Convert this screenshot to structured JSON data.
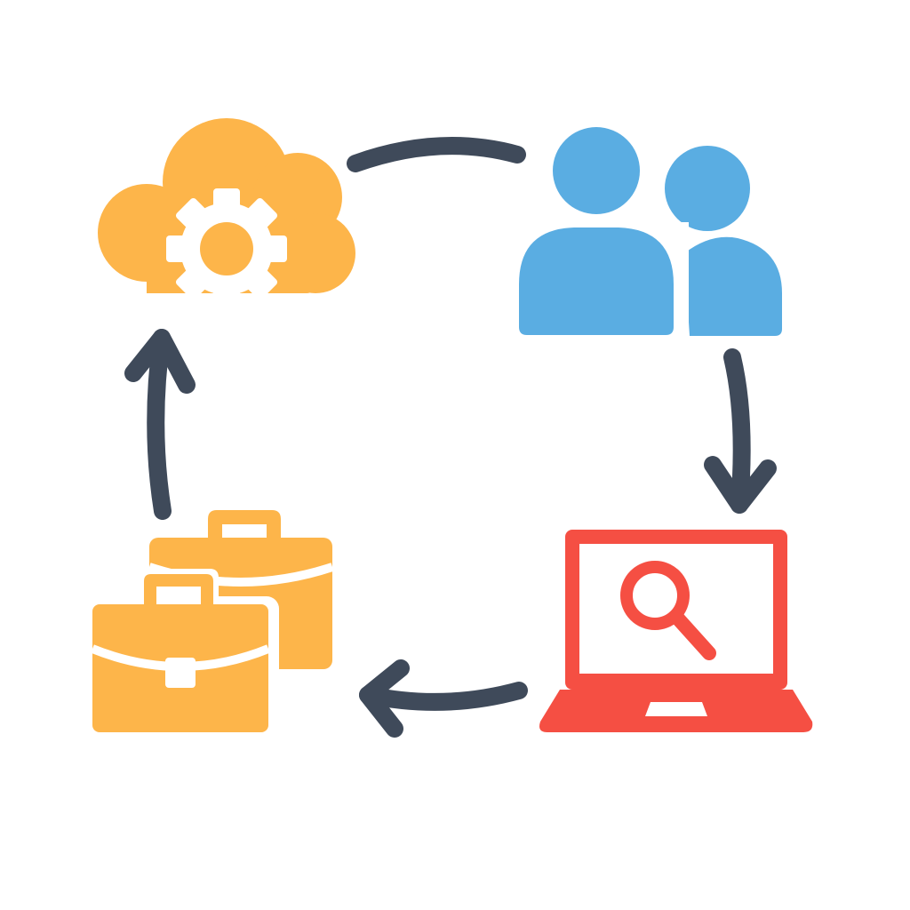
{
  "diagram": {
    "kind": "cycle",
    "direction": "clockwise",
    "nodes": [
      {
        "id": "cloud",
        "icon": "cloud-gear-icon",
        "color": "#FDB54A"
      },
      {
        "id": "users",
        "icon": "users-icon",
        "color": "#5AADE2"
      },
      {
        "id": "laptop",
        "icon": "laptop-search-icon",
        "color": "#F54F43"
      },
      {
        "id": "briefcases",
        "icon": "briefcases-icon",
        "color": "#FDB54A"
      }
    ],
    "edges": [
      {
        "from": "cloud",
        "to": "users",
        "arrowhead": false
      },
      {
        "from": "users",
        "to": "laptop",
        "arrowhead": true
      },
      {
        "from": "laptop",
        "to": "briefcases",
        "arrowhead": true
      },
      {
        "from": "briefcases",
        "to": "cloud",
        "arrowhead": true
      }
    ],
    "connector_color": "#3F4A5A",
    "background": "#FFFFFF"
  }
}
